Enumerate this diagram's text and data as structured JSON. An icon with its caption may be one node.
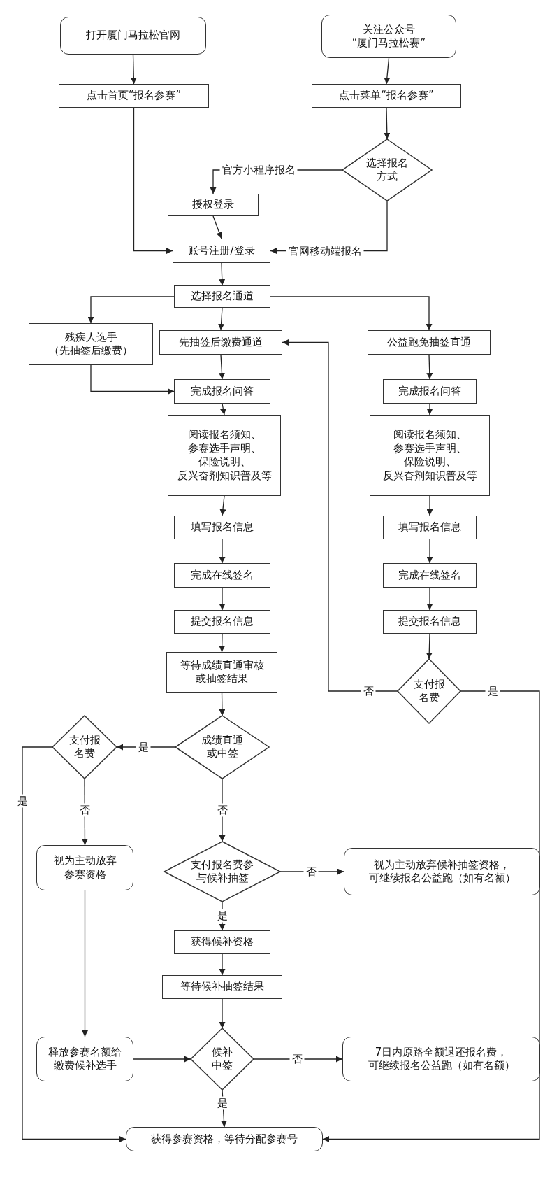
{
  "diagram": {
    "nodes": [
      {
        "text": [
          "打开厦门马拉松官网"
        ]
      },
      {
        "text": [
          "关注公众号",
          "“厦门马拉松赛”"
        ]
      },
      {
        "text": [
          "点击首页“报名参赛”"
        ]
      },
      {
        "text": [
          "点击菜单“报名参赛”"
        ]
      },
      {
        "text": [
          "选择报名方式"
        ]
      },
      {
        "text": [
          "授权登录"
        ]
      },
      {
        "text": [
          "账号注册/登录"
        ]
      },
      {
        "text": [
          "选择报名通道"
        ]
      },
      {
        "text": [
          "残疾人选手（先抽签后缴费）"
        ]
      },
      {
        "text": [
          "先抽签后缴费通道"
        ]
      },
      {
        "text": [
          "公益跑免抽签直通"
        ]
      },
      {
        "text": [
          "完成报名问答"
        ]
      },
      {
        "text": [
          "完成报名问答"
        ]
      },
      {
        "text": [
          "阅读报名须知、参赛选手声明、保险说明、反兴奋剂知识普及等"
        ]
      },
      {
        "text": [
          "阅读报名须知、参赛选手声明、保险说明、反兴奋剂知识普及等"
        ]
      },
      {
        "text": [
          "填写报名信息"
        ]
      },
      {
        "text": [
          "填写报名信息"
        ]
      },
      {
        "text": [
          "完成在线签名"
        ]
      },
      {
        "text": [
          "完成在线签名"
        ]
      },
      {
        "text": [
          "提交报名信息"
        ]
      },
      {
        "text": [
          "提交报名信息"
        ]
      },
      {
        "text": [
          "等待成绩直通审核或抽签结果"
        ]
      },
      {
        "text": [
          "支付报名费"
        ]
      },
      {
        "text": [
          "成绩直通或中签"
        ]
      },
      {
        "text": [
          "支付报名费"
        ]
      },
      {
        "text": [
          "视为主动放弃参赛资格"
        ]
      },
      {
        "text": [
          "支付报名费参与候补抽签"
        ]
      },
      {
        "text": [
          "视为主动放弃候补抽签资格，可继续报名公益跑（如有名额）"
        ]
      },
      {
        "text": [
          "获得候补资格"
        ]
      },
      {
        "text": [
          "等待候补抽签结果"
        ]
      },
      {
        "text": [
          "释放参赛名额给缴费候补选手"
        ]
      },
      {
        "text": [
          "候补中签"
        ]
      },
      {
        "text": [
          "7日内原路全额退还报名费，可继续报名公益跑（如有名额）"
        ]
      },
      {
        "text": [
          "获得参赛资格，等待分配参赛号"
        ]
      }
    ],
    "edges": [
      {
        "from": 0,
        "to": 2,
        "arrow": "to"
      },
      {
        "from": 1,
        "to": 3,
        "arrow": "to"
      },
      {
        "from": 3,
        "to": 4,
        "arrow": "to"
      },
      {
        "from": 4,
        "to": 5,
        "arrow": "to",
        "label": "官方小程序报名"
      },
      {
        "from": 2,
        "to": 6,
        "arrow": "to"
      },
      {
        "from": 5,
        "to": 6,
        "arrow": "to"
      },
      {
        "from": 4,
        "to": 6,
        "arrow": "to",
        "label": "官网移动端报名"
      },
      {
        "from": 6,
        "to": 7,
        "arrow": "to"
      },
      {
        "from": 7,
        "to": 8,
        "arrow": "to"
      },
      {
        "from": 7,
        "to": 9,
        "arrow": "to"
      },
      {
        "from": 7,
        "to": 10,
        "arrow": "to"
      },
      {
        "from": 8,
        "to": 11,
        "arrow": "to"
      },
      {
        "from": 9,
        "to": 11,
        "arrow": "to"
      },
      {
        "from": 11,
        "to": 13,
        "arrow": "to"
      },
      {
        "from": 13,
        "to": 15,
        "arrow": "to"
      },
      {
        "from": 15,
        "to": 17,
        "arrow": "to"
      },
      {
        "from": 17,
        "to": 19,
        "arrow": "to"
      },
      {
        "from": 19,
        "to": 21,
        "arrow": "to"
      },
      {
        "from": 21,
        "to": 23,
        "arrow": "to"
      },
      {
        "from": 10,
        "to": 12,
        "arrow": "to"
      },
      {
        "from": 12,
        "to": 14,
        "arrow": "to"
      },
      {
        "from": 14,
        "to": 16,
        "arrow": "to"
      },
      {
        "from": 16,
        "to": 18,
        "arrow": "to"
      },
      {
        "from": 18,
        "to": 20,
        "arrow": "to"
      },
      {
        "from": 20,
        "to": 22,
        "arrow": "to"
      },
      {
        "from": 22,
        "to": 9,
        "arrow": "to",
        "label": "否"
      },
      {
        "from": 22,
        "to": 33,
        "arrow": "to",
        "label": "是"
      },
      {
        "from": 23,
        "to": 24,
        "arrow": "to",
        "label": "是"
      },
      {
        "from": 24,
        "to": 33,
        "arrow": "to",
        "label": "是"
      },
      {
        "from": 23,
        "to": 26,
        "arrow": "to",
        "label": "否"
      },
      {
        "from": 24,
        "to": 25,
        "arrow": "to",
        "label": "否"
      },
      {
        "from": 26,
        "to": 27,
        "arrow": "to",
        "label": "否"
      },
      {
        "from": 26,
        "to": 28,
        "arrow": "to",
        "label": "是"
      },
      {
        "from": 28,
        "to": 29,
        "arrow": "to"
      },
      {
        "from": 29,
        "to": 31,
        "arrow": "to"
      },
      {
        "from": 25,
        "to": 30,
        "arrow": "to"
      },
      {
        "from": 30,
        "to": 31,
        "arrow": "to"
      },
      {
        "from": 31,
        "to": 32,
        "arrow": "to",
        "label": "否"
      },
      {
        "from": 31,
        "to": 33,
        "arrow": "to",
        "label": "是"
      }
    ]
  }
}
